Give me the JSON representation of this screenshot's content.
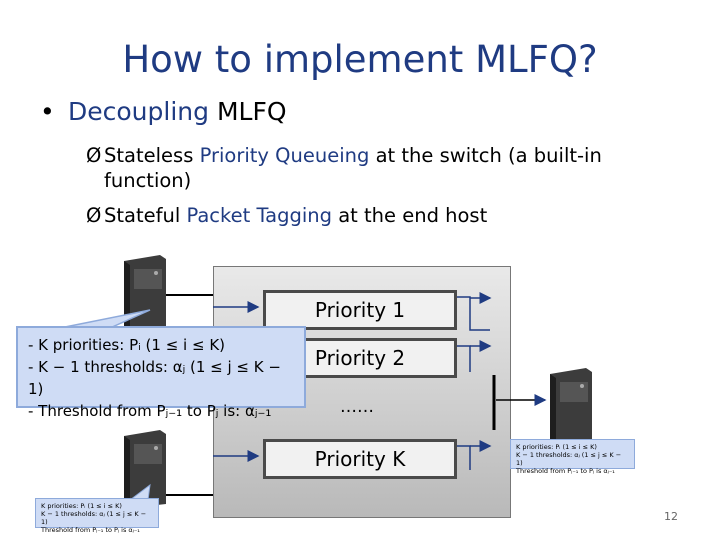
{
  "slide": {
    "title": "How to implement MLFQ?",
    "bullet_marker": "•",
    "bullet_lead": "Decoupling",
    "bullet_rest": " MLFQ",
    "sub_marker": "Ø",
    "sub1_a": "Stateless ",
    "sub1_b": "Priority Queueing",
    "sub1_c": " at the switch (a built-in",
    "sub1_d": "function)",
    "sub2_a": "Stateful ",
    "sub2_b": "Packet Tagging",
    "sub2_c": " at the end host",
    "page_number": "12"
  },
  "diagram": {
    "queues": [
      "Priority 1",
      "Priority 2",
      "Priority K"
    ],
    "ellipsis": "……",
    "callout": {
      "line1": "- K priorities: Pᵢ (1 ≤ i ≤ K)",
      "line2": "- K − 1 thresholds: αⱼ (1 ≤ j ≤ K − 1)",
      "line3": "- Threshold from Pⱼ₋₁ to Pⱼ is: αⱼ₋₁"
    },
    "small_callout": {
      "line1": "K priorities: Pᵢ (1 ≤ i ≤ K)",
      "line2": "K − 1 thresholds: αⱼ (1 ≤ j ≤ K − 1)",
      "line3": "Threshold from Pⱼ₋₁ to Pⱼ is αⱼ₋₁"
    }
  },
  "colors": {
    "title": "#1f3b82",
    "callout_fill": "#cfdcf5",
    "arrow": "#1f3b82"
  }
}
